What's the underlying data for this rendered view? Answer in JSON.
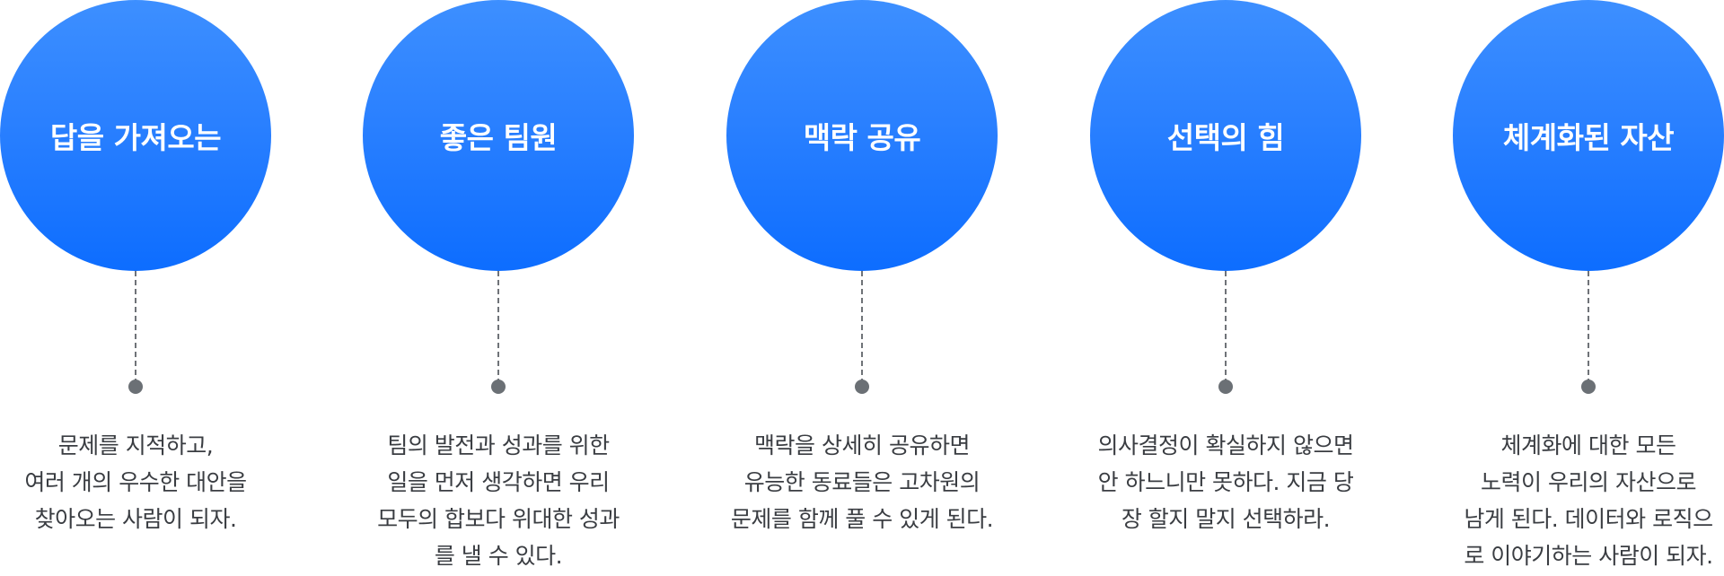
{
  "items": [
    {
      "title": "답을 가져오는",
      "lines": [
        "문제를 지적하고,",
        "여러 개의 우수한 대안을",
        "찾아오는 사람이 되자."
      ]
    },
    {
      "title": "좋은 팀원",
      "lines": [
        "팀의 발전과 성과를 위한",
        "일을 먼저 생각하면 우리",
        "모두의 합보다 위대한 성과",
        "를 낼 수 있다."
      ]
    },
    {
      "title": "맥락 공유",
      "lines": [
        "맥락을 상세히 공유하면",
        "유능한 동료들은 고차원의",
        "문제를 함께 풀 수 있게 된다."
      ]
    },
    {
      "title": "선택의 힘",
      "lines": [
        "의사결정이 확실하지 않으면",
        "안 하느니만 못하다. 지금 당",
        "장 할지 말지 선택하라."
      ]
    },
    {
      "title": "체계화된 자산",
      "lines": [
        "체계화에 대한 모든",
        "노력이 우리의 자산으로",
        "남게 된다. 데이터와 로직으",
        "로 이야기하는 사람이 되자."
      ]
    }
  ],
  "colors": {
    "circle_top": "#3d8fff",
    "circle_bottom": "#0d6dff",
    "dot": "#6b7075",
    "text": "#3a3d42"
  }
}
